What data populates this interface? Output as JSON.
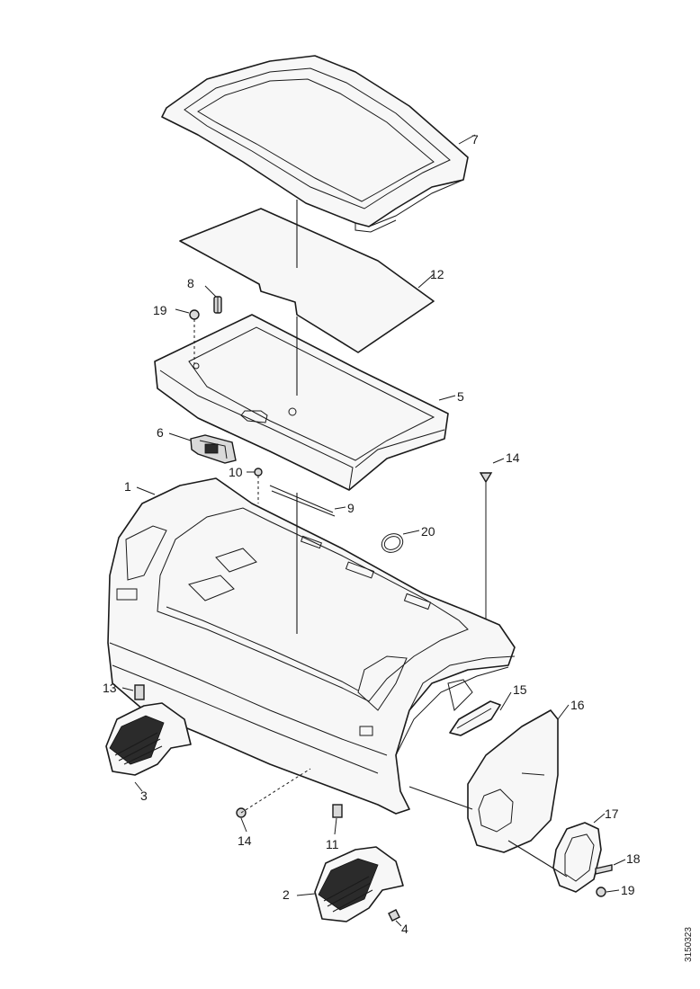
{
  "callouts": {
    "c1": "1",
    "c2": "2",
    "c3": "3",
    "c4": "4",
    "c5": "5",
    "c6": "6",
    "c7": "7",
    "c8": "8",
    "c9": "9",
    "c10": "10",
    "c11": "11",
    "c12": "12",
    "c13": "13",
    "c14a": "14",
    "c14b": "14",
    "c15": "15",
    "c16": "16",
    "c17": "17",
    "c18": "18",
    "c19a": "19",
    "c19b": "19",
    "c20": "20"
  },
  "document_number": "3150323"
}
